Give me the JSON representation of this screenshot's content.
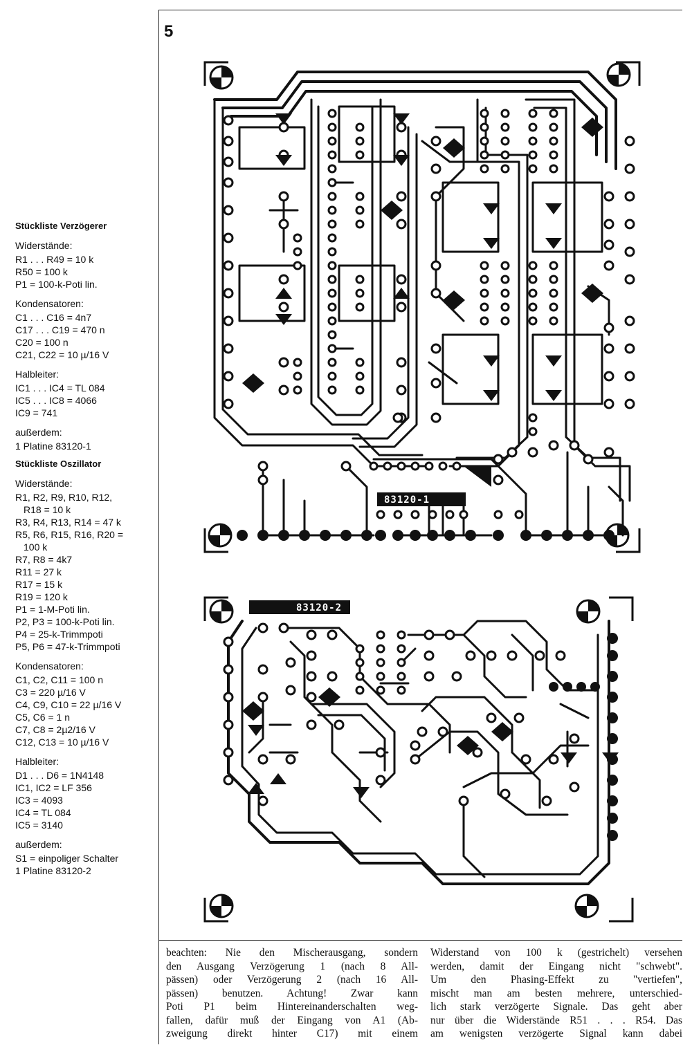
{
  "figure_number": "5",
  "board1": {
    "label": "83120-1"
  },
  "board2": {
    "label": "83120-2"
  },
  "parts_verzoegerer": {
    "heading": "Stückliste Verzögerer",
    "sections": [
      {
        "title": "Widerstände:",
        "lines": [
          "R1 . . . R49 = 10 k",
          "R50 = 100 k",
          "P1 = 100-k-Poti lin."
        ]
      },
      {
        "title": "Kondensatoren:",
        "lines": [
          "C1 . . . C16 = 4n7",
          "C17 . . . C19 = 470 n",
          "C20 = 100 n",
          "C21, C22 = 10 µ/16 V"
        ]
      },
      {
        "title": "Halbleiter:",
        "lines": [
          "IC1 . . . IC4 = TL 084",
          "IC5 . . . IC8 = 4066",
          "IC9 = 741"
        ]
      },
      {
        "title": "außerdem:",
        "lines": [
          "1 Platine 83120-1"
        ]
      }
    ]
  },
  "parts_oszillator": {
    "heading": "Stückliste Oszillator",
    "sections": [
      {
        "title": "Widerstände:",
        "lines": [
          "R1, R2, R9, R10, R12,",
          "R18 = 10 k",
          "R3, R4, R13, R14 = 47 k",
          "R5, R6, R15, R16, R20 =",
          "100 k",
          "R7, R8 = 4k7",
          "R11 = 27 k",
          "R17 = 15 k",
          "R19 = 120 k",
          "P1 = 1-M-Poti lin.",
          "P2, P3 = 100-k-Poti lin.",
          "P4 = 25-k-Trimmpoti",
          "P5, P6 = 47-k-Trimmpoti"
        ]
      },
      {
        "title": "Kondensatoren:",
        "lines": [
          "C1, C2, C11 = 100 n",
          "C3 = 220 µ/16 V",
          "C4, C9, C10 = 22 µ/16 V",
          "C5, C6 = 1 n",
          "C7, C8 = 2µ2/16 V",
          "C12, C13 = 10 µ/16 V"
        ]
      },
      {
        "title": "Halbleiter:",
        "lines": [
          "D1 . . . D6 = 1N4148",
          "IC1, IC2 = LF 356",
          "IC3 = 4093",
          "IC4 = TL 084",
          "IC5 = 3140"
        ]
      },
      {
        "title": "außerdem:",
        "lines": [
          "S1 = einpoliger Schalter",
          "1 Platine 83120-2"
        ]
      }
    ]
  },
  "body_text": {
    "col1": [
      "beachten: Nie den Mischerausgang, sondern",
      "den Ausgang Verzögerung 1 (nach 8 All-",
      "pässen) oder Verzögerung 2 (nach 16 All-",
      "pässen) benutzen. Achtung! Zwar kann",
      "Poti P1 beim Hintereinanderschalten weg-",
      "fallen, dafür muß der Eingang von A1 (Ab-",
      "zweigung direkt hinter C17) mit einem"
    ],
    "col2": [
      "Widerstand von 100 k (gestrichelt) versehen",
      "werden, damit der Eingang nicht \"schwebt\".",
      "Um den Phasing-Effekt zu \"vertiefen\",",
      "mischt man am besten mehrere, unterschied-",
      "lich stark verzögerte Signale. Das geht aber",
      "nur über die Widerstände R51 . . . R54. Das",
      "am wenigsten verzögerte Signal kann dabei"
    ]
  }
}
